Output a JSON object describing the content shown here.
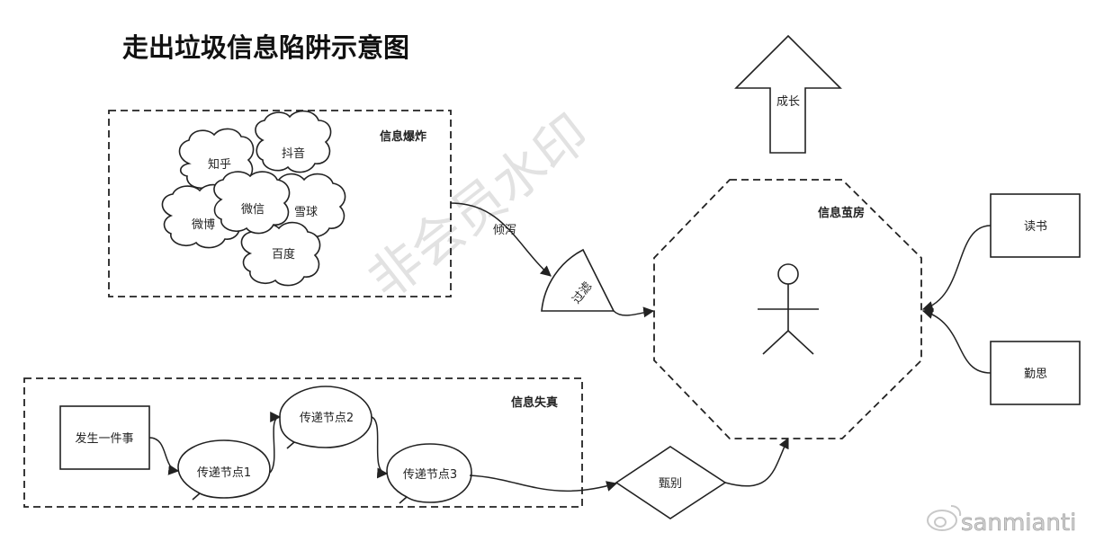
{
  "title": "走出垃圾信息陷阱示意图",
  "groups": {
    "explosion": "信息爆炸",
    "distortion": "信息失真",
    "cocoon": "信息茧房"
  },
  "clouds": {
    "zhihu": "知乎",
    "douyin": "抖音",
    "weixin": "微信",
    "weibo": "微博",
    "xueqiu": "雪球",
    "baidu": "百度"
  },
  "edges": {
    "pour": "倾泻"
  },
  "filter_label": "过滤",
  "growth_arrow": "成长",
  "side_boxes": {
    "read": "读书",
    "think": "勤思"
  },
  "chain": {
    "event": "发生一件事",
    "node1": "传递节点1",
    "node2": "传递节点2",
    "node3": "传递节点3"
  },
  "discern": "甄别",
  "watermark": "非会员水印",
  "weibo_watermark": "sanmianti"
}
